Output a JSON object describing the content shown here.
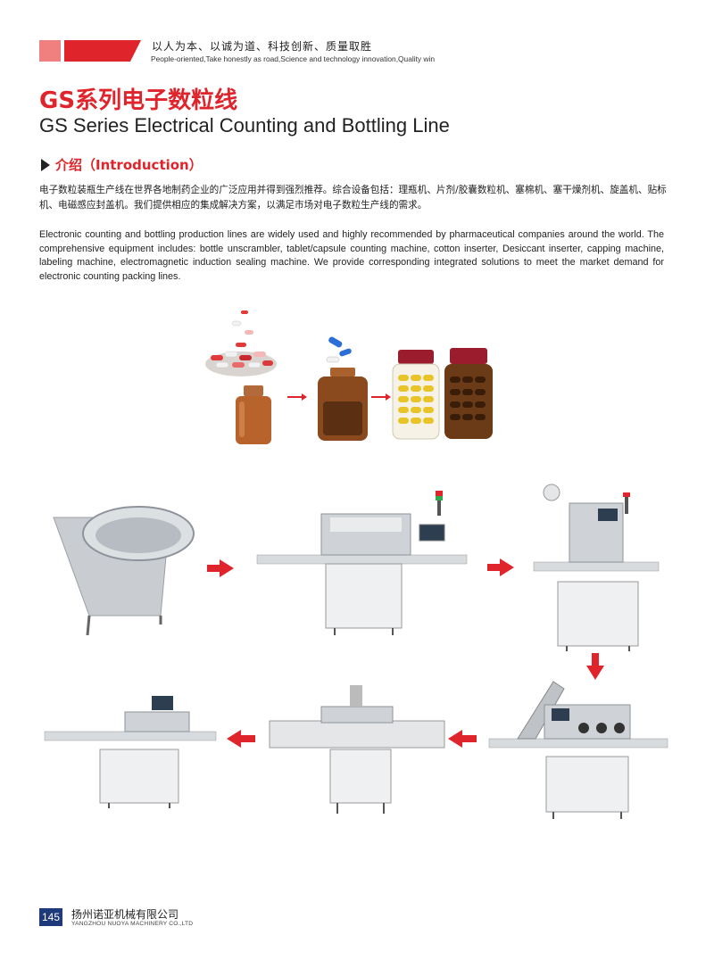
{
  "header": {
    "slogan_cn": "以人为本、以诚为道、科技创新、质量取胜",
    "slogan_en": "People-oriented,Take honestly as road,Science and technology innovation,Quality win"
  },
  "title": {
    "cn": "GS系列电子数粒线",
    "en": "GS Series Electrical Counting and Bottling Line"
  },
  "section": {
    "heading": "介绍（Introduction）",
    "icon": "play-triangle-icon"
  },
  "intro": {
    "cn": "电子数粒装瓶生产线在世界各地制药企业的广泛应用并得到强烈推荐。综合设备包括：理瓶机、片剂/胶囊数粒机、塞棉机、塞干燥剂机、旋盖机、贴标机、电磁感应封盖机。我们提供相应的集成解决方案，以满足市场对电子数粒生产线的需求。",
    "en": "Electronic counting and bottling production lines are widely used and highly recommended by pharmaceutical companies around the world. The comprehensive equipment includes: bottle unscrambler, tablet/capsule counting machine, cotton inserter, Desiccant inserter, capping machine, labeling machine, electromagnetic induction sealing machine. We provide corresponding integrated solutions to meet the market demand for electronic counting packing lines."
  },
  "colors": {
    "accent": "#e0242b",
    "accent_light": "#f08080",
    "footer_badge": "#1f3a7a"
  },
  "footer": {
    "page_number": "145",
    "company_cn": "扬州诺亚机械有限公司",
    "company_en": "YANGZHOU NUOYA MACHINERY CO.,LTD"
  }
}
